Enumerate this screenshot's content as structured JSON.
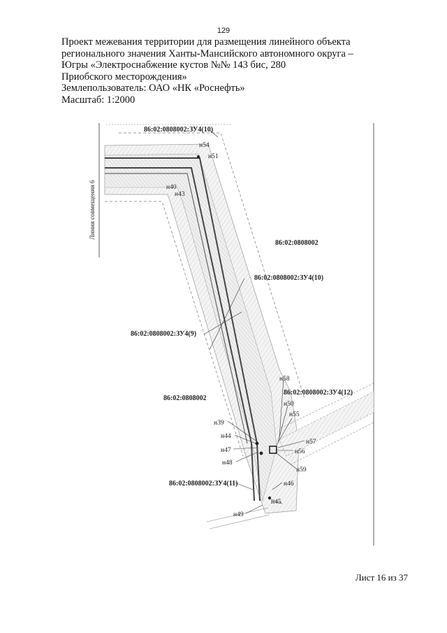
{
  "page_number": "129",
  "header": {
    "line1": "Проект межевания территории для размещения линейного объекта",
    "line2": "регионального значения Ханты-Мансийского автономного округа –",
    "line3": "Югры «Электроснабжение кустов №№ 143 бис, 280",
    "line4": "Приобского месторождения»",
    "land_user": "Землепользователь: ОАО «НК «Роснефть»",
    "scale": "Масштаб: 1:2000"
  },
  "map": {
    "combination_line": "Линия совмещения 6",
    "quarter_upper": "86:02:0808002",
    "quarter_left": "86:02:0808002",
    "parcels": {
      "zu10_top": "86:02:0808002:ЗУ4(10)",
      "zu10_mid": "86:02:0808002:ЗУ4(10)",
      "zu9": "86:02:0808002:ЗУ4(9)",
      "zu12": "86:02:0808002:ЗУ4(12)",
      "zu11": "86:02:0808002:ЗУ4(11)"
    },
    "points": {
      "n54": "н54",
      "n51": "н51",
      "n40": "н40",
      "n43": "н43",
      "n58": "н58",
      "n50": "н50",
      "n55": "н55",
      "n39": "н39",
      "n44": "н44",
      "n47": "н47",
      "n48": "н48",
      "n57": "н57",
      "n56": "н56",
      "n59": "н59",
      "n46": "н46",
      "n45": "н45",
      "n49": "н49"
    }
  },
  "footer": {
    "sheet": "Лист 16 из 37"
  }
}
